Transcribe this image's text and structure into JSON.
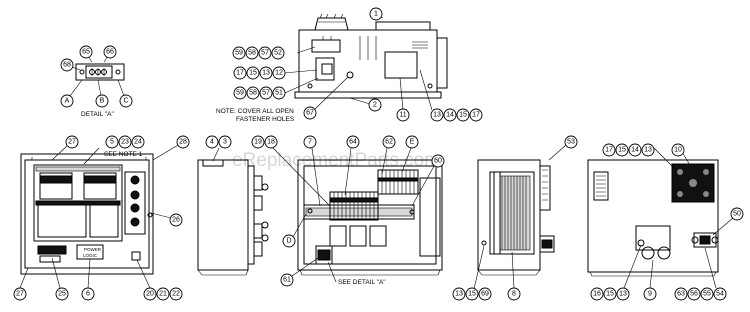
{
  "watermark": "eReplacementParts.com",
  "notes": {
    "cover_line1": "NOTE: COVER ALL OPEN",
    "cover_line2": "FASTENER HOLES",
    "detail_title": "DETAIL \"A\"",
    "see_note": "SEE NOTE 1",
    "see_detail": "SEE DETAIL \"A\""
  },
  "front_panel_labels": {
    "power_plate_line1": "POWER",
    "power_plate_line2": "LOGIC"
  },
  "callouts": {
    "c1": "1",
    "c2": "2",
    "c11": "11",
    "c67": "67",
    "c59a": "59",
    "c58a": "58",
    "c57a": "57",
    "c52": "52",
    "c17": "17",
    "c15": "15",
    "c13": "13",
    "c12": "12",
    "c59b": "59",
    "c58b": "58",
    "c57b": "57",
    "c51": "51",
    "r13": "13",
    "r14": "14",
    "r15": "15",
    "r17": "17",
    "d65": "65",
    "d66": "66",
    "d68": "68",
    "dA": "A",
    "dB": "B",
    "dC": "C",
    "f27t": "27",
    "f5": "5",
    "f23": "23",
    "f24": "24",
    "f28": "28",
    "f26": "26",
    "f27b": "27",
    "f25": "25",
    "f6": "6",
    "f20": "20",
    "f21": "21",
    "f22": "22",
    "s4": "4",
    "s3": "3",
    "m19": "19",
    "m18": "18",
    "m7": "7",
    "m64": "64",
    "m62": "62",
    "mE": "E",
    "m60": "60",
    "mD": "D",
    "m61": "61",
    "k53": "53",
    "k13": "13",
    "k15": "15",
    "k69": "69",
    "k8": "8",
    "b17": "17",
    "b15": "15",
    "b14": "14",
    "b13": "13",
    "b10": "10",
    "b50": "50",
    "b16": "16",
    "b15b": "15",
    "b13b": "13",
    "b9": "9",
    "b63": "63",
    "b56": "56",
    "b55": "55",
    "b54": "54"
  }
}
